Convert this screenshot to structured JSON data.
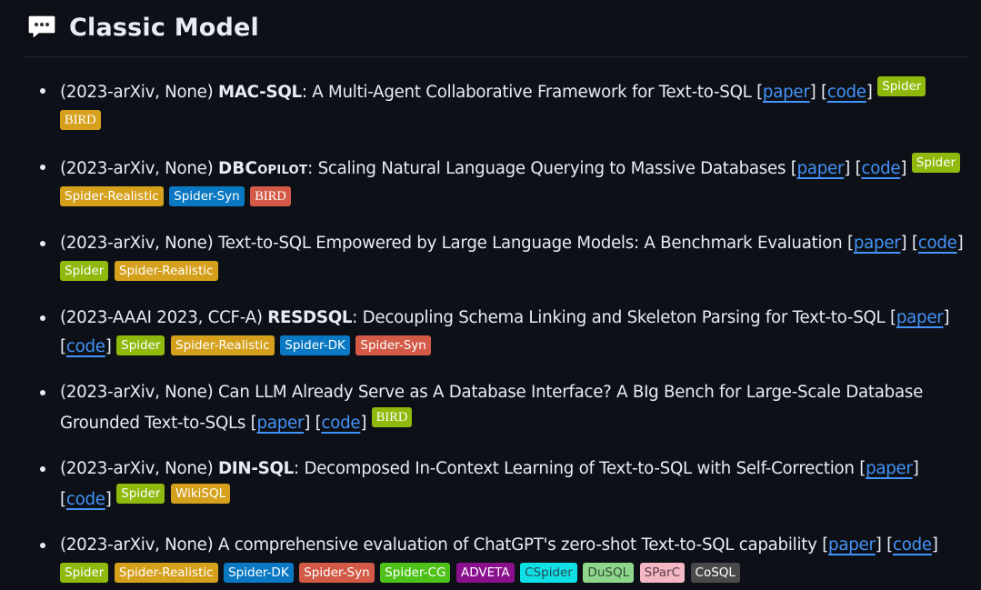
{
  "section": {
    "icon": "speech-balloon-icon",
    "title": "Classic Model"
  },
  "colors": {
    "background": "#0d1117",
    "text": "#e6edf3",
    "link": "#4493f8",
    "divider": "#21262d",
    "badge_spider": "#8fb90c",
    "badge_spider_realistic": "#d5a01c",
    "badge_spider_syn": "#d35a47",
    "badge_spider_dk": "#0a78c2",
    "badge_spider_cg": "#4fc21a",
    "badge_advet": "#8a108e",
    "badge_cspider": "#0fe0e6",
    "badge_dusql": "#8fd68c",
    "badge_sparc": "#f4b8c4",
    "badge_cosql": "#4a4a4a",
    "badge_bird_gold": "#d5a01c",
    "badge_bird_red": "#d35a47",
    "badge_bird_green": "#8fb90c",
    "badge_wikisql": "#d5a01c"
  },
  "papers": [
    {
      "meta": "(2023-arXiv, None) ",
      "name": "MAC-SQL",
      "title": ": A Multi-Agent Collaborative Framework for Text-to-SQL ",
      "paper_label": "paper",
      "code_label": "code",
      "badges": [
        {
          "label": "Spider",
          "color": "#8fb90c",
          "text_color": "#ffffff"
        },
        {
          "label": "BIRD",
          "color": "#d5a01c",
          "text_color": "#ffffff"
        }
      ]
    },
    {
      "meta": "(2023-arXiv, None) ",
      "name": "DBCopilot",
      "title": ": Scaling Natural Language Querying to Massive Databases ",
      "paper_label": "paper",
      "code_label": "code",
      "badges": [
        {
          "label": "Spider",
          "color": "#8fb90c",
          "text_color": "#ffffff"
        },
        {
          "label": "Spider-Realistic",
          "color": "#d5a01c",
          "text_color": "#ffffff"
        },
        {
          "label": "Spider-Syn",
          "color": "#0a78c2",
          "text_color": "#ffffff"
        },
        {
          "label": "BIRD",
          "color": "#d35a47",
          "text_color": "#ffffff"
        }
      ]
    },
    {
      "meta": "(2023-arXiv, None) ",
      "name": "",
      "title": "Text-to-SQL Empowered by Large Language Models: A Benchmark Evaluation ",
      "paper_label": "paper",
      "code_label": "code",
      "badges": [
        {
          "label": "Spider",
          "color": "#8fb90c",
          "text_color": "#ffffff"
        },
        {
          "label": "Spider-Realistic",
          "color": "#d5a01c",
          "text_color": "#ffffff"
        }
      ]
    },
    {
      "meta": "(2023-AAAI 2023, CCF-A) ",
      "name": "RESDSQL",
      "title": ": Decoupling Schema Linking and Skeleton Parsing for Text-to-SQL ",
      "paper_label": "paper",
      "code_label": "code",
      "badges": [
        {
          "label": "Spider",
          "color": "#8fb90c",
          "text_color": "#ffffff"
        },
        {
          "label": "Spider-Realistic",
          "color": "#d5a01c",
          "text_color": "#ffffff"
        },
        {
          "label": "Spider-DK",
          "color": "#0a78c2",
          "text_color": "#ffffff"
        },
        {
          "label": "Spider-Syn",
          "color": "#d35a47",
          "text_color": "#ffffff"
        }
      ]
    },
    {
      "meta": "(2023-arXiv, None) ",
      "name": "",
      "title": "Can LLM Already Serve as A Database Interface? A BIg Bench for Large-Scale Database Grounded Text-to-SQLs ",
      "paper_label": "paper",
      "code_label": "code",
      "badges": [
        {
          "label": "BIRD",
          "color": "#8fb90c",
          "text_color": "#ffffff"
        }
      ]
    },
    {
      "meta": "(2023-arXiv, None) ",
      "name": "DIN-SQL",
      "title": ": Decomposed In-Context Learning of Text-to-SQL with Self-Correction ",
      "paper_label": "paper",
      "code_label": "code",
      "badges": [
        {
          "label": "Spider",
          "color": "#8fb90c",
          "text_color": "#ffffff"
        },
        {
          "label": "WikiSQL",
          "color": "#d5a01c",
          "text_color": "#ffffff"
        }
      ]
    },
    {
      "meta": "(2023-arXiv, None) ",
      "name": "",
      "title": "A comprehensive evaluation of ChatGPT's zero-shot Text-to-SQL capability ",
      "paper_label": "paper",
      "code_label": "code",
      "badges": [
        {
          "label": "Spider",
          "color": "#8fb90c",
          "text_color": "#ffffff"
        },
        {
          "label": "Spider-Realistic",
          "color": "#d5a01c",
          "text_color": "#ffffff"
        },
        {
          "label": "Spider-DK",
          "color": "#0a78c2",
          "text_color": "#ffffff"
        },
        {
          "label": "Spider-Syn",
          "color": "#d35a47",
          "text_color": "#ffffff"
        },
        {
          "label": "Spider-CG",
          "color": "#4fc21a",
          "text_color": "#ffffff"
        },
        {
          "label": "ADVETA",
          "color": "#8a108e",
          "text_color": "#ffffff"
        },
        {
          "label": "CSpider",
          "color": "#0fe0e6",
          "text_color": "#2b4a55"
        },
        {
          "label": "DuSQL",
          "color": "#8fd68c",
          "text_color": "#2f4a33"
        },
        {
          "label": "SParC",
          "color": "#f4b8c4",
          "text_color": "#5a3b44"
        },
        {
          "label": "CoSQL",
          "color": "#4a4a4a",
          "text_color": "#ffffff"
        }
      ]
    }
  ]
}
